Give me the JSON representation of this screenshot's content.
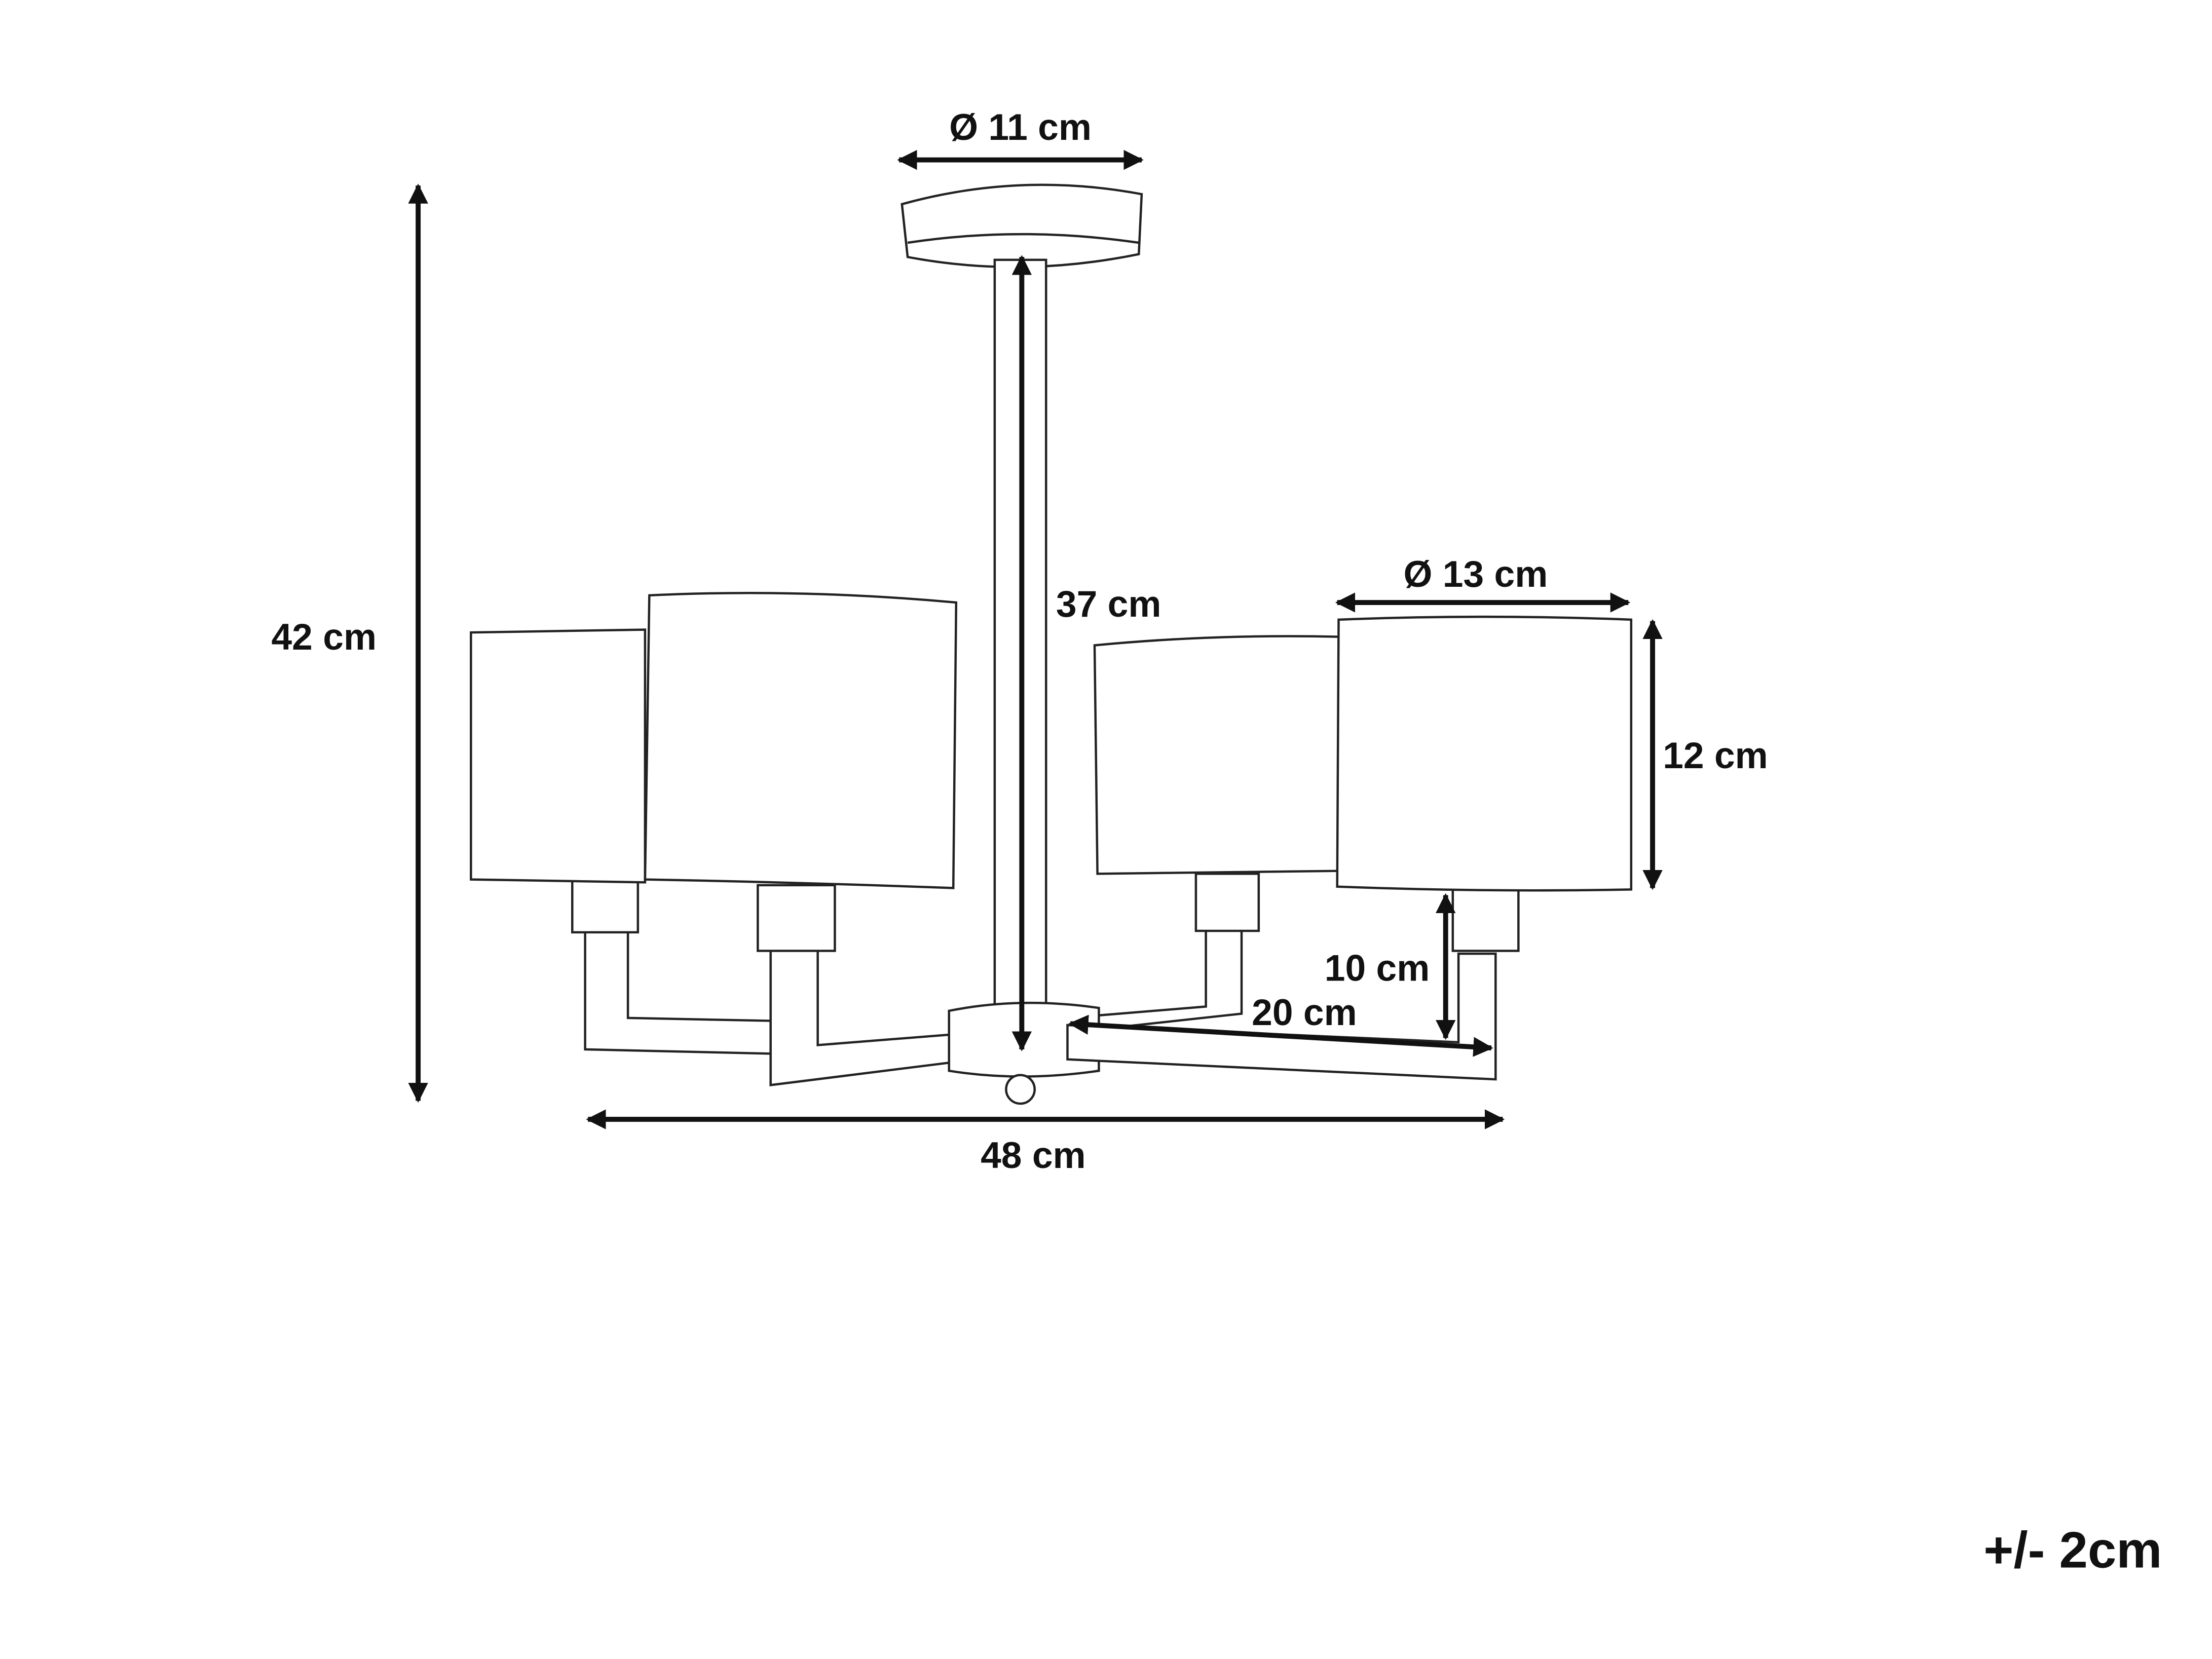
{
  "title": "Chandelier dimensions",
  "dimensions": {
    "canopy_diameter": "Ø 11 cm",
    "rod_length": "37 cm",
    "total_height": "42 cm",
    "shade_diameter": "Ø 13 cm",
    "shade_height": "12 cm",
    "socket_height": "10 cm",
    "arm_length": "20 cm",
    "total_width": "48 cm"
  },
  "tolerance": "+/- 2cm",
  "colors": {
    "line": "#222222",
    "background": "#ffffff"
  }
}
